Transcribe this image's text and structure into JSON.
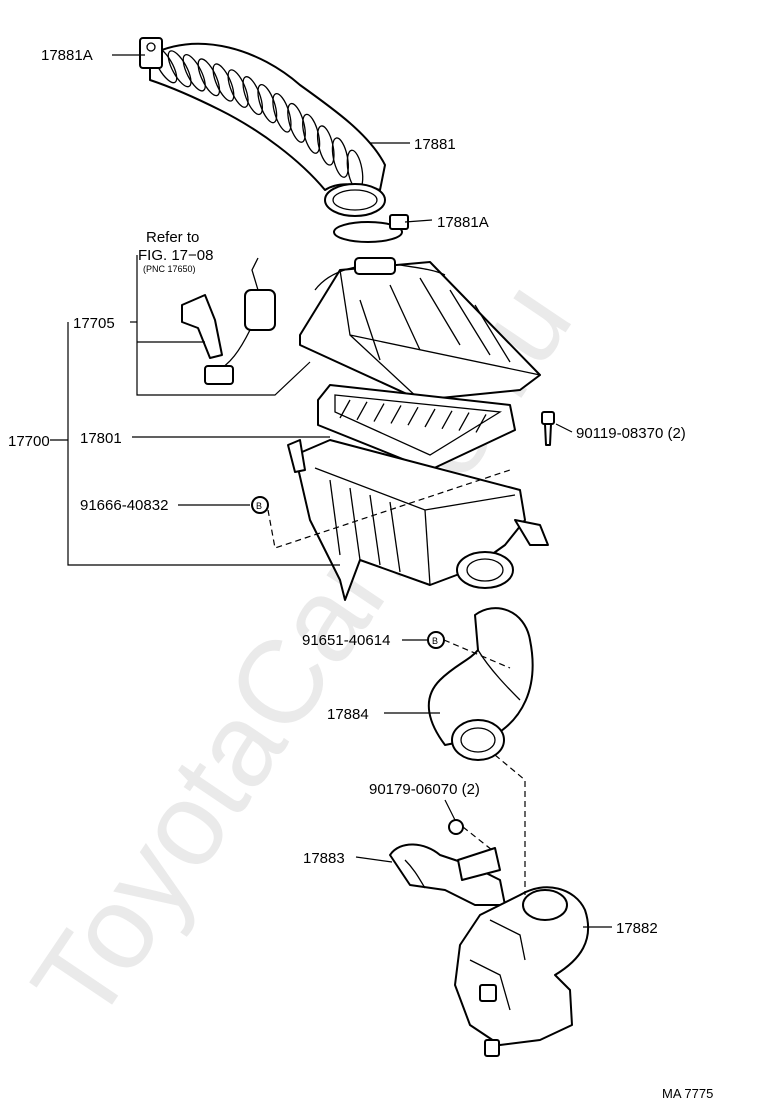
{
  "watermark": "ToyotaCarline.ru",
  "figure_code": "MA 7775",
  "refer": {
    "line1": "Refer to",
    "line2": "FIG. 17−08",
    "line3": "(PNC 17650)"
  },
  "labels": {
    "clamp_top": "17881A",
    "hose_upper": "17881",
    "clamp_lower": "17881A",
    "air_cleaner_cap": "17705",
    "air_cleaner_assy": "17700",
    "element": "17801",
    "bolt": "90119-08370 (2)",
    "clip_a": "91666-40832",
    "clip_b": "91651-40614",
    "hose_inlet": "17884",
    "nut": "90179-06070 (2)",
    "intake_duct": "17883",
    "resonator": "17882"
  },
  "callout_letter": "B"
}
